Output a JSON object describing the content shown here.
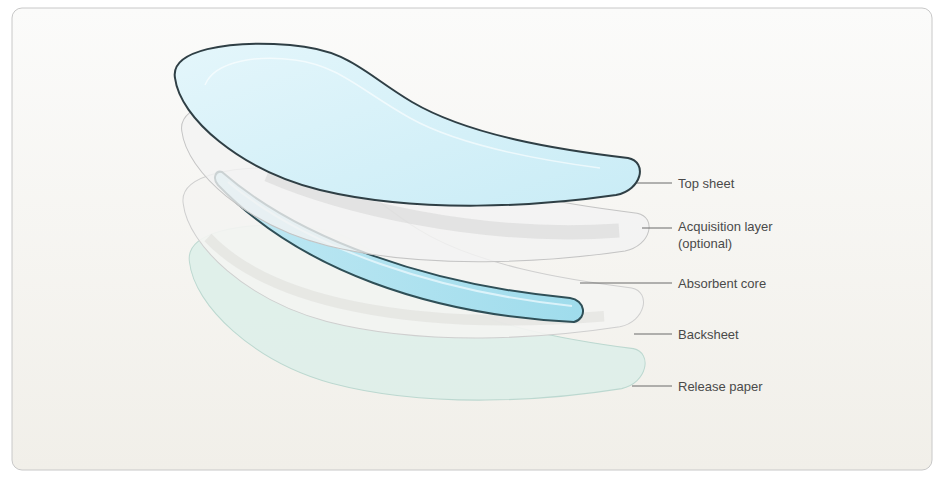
{
  "diagram": {
    "labels": [
      "Top sheet",
      "Acquisition layer (optional)",
      "Absorbent core",
      "Backsheet",
      "Release paper"
    ]
  }
}
